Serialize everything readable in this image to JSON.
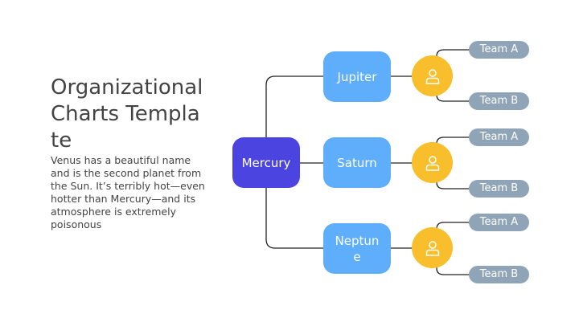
{
  "slide": {
    "title": "Organizational Charts Template",
    "body": "Venus has a beautiful name and is the second planet from the Sun. It’s terribly hot—even hotter than Mercury—and its atmosphere is extremely poisonous"
  },
  "chart": {
    "root": {
      "label": "Mercury"
    },
    "branches": [
      {
        "label": "Jupiter",
        "icon": "user-icon",
        "teams": [
          "Team A",
          "Team B"
        ]
      },
      {
        "label": "Saturn",
        "icon": "user-icon",
        "teams": [
          "Team A",
          "Team B"
        ]
      },
      {
        "label": "Neptune",
        "icon": "user-icon",
        "teams": [
          "Team A",
          "Team B"
        ]
      }
    ]
  },
  "colors": {
    "root": "#4b44e0",
    "branch": "#5eaefc",
    "icon_circle": "#f8be2b",
    "team_pill": "#8fa4b6",
    "connector": "#222222",
    "text": "#434343"
  }
}
